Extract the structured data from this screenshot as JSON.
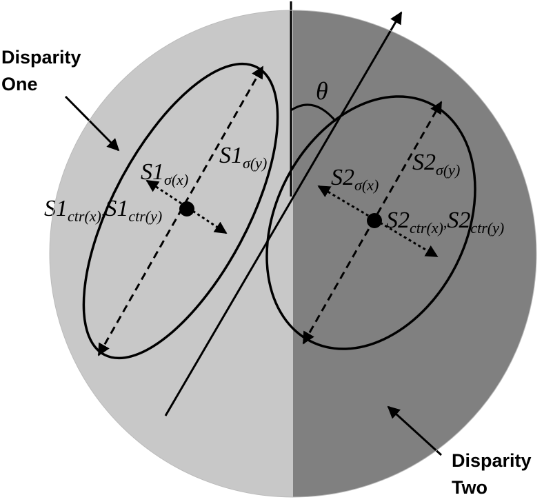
{
  "colors": {
    "left_region": "#c8c8c8",
    "right_region": "#808080",
    "stroke": "#000000"
  },
  "labels": {
    "disparity_one": [
      "Disparity",
      "One"
    ],
    "disparity_two": [
      "Disparity",
      "Two"
    ],
    "theta": "θ"
  },
  "disparities": [
    {
      "prefix": "S1",
      "sigma_x_sub": "σ(x)",
      "sigma_y_sub": "σ(y)",
      "ctr_x_sub": "ctr(x)",
      "ctr_y_sub": "ctr(y)",
      "separator": ","
    },
    {
      "prefix": "S2",
      "sigma_x_sub": "σ(x)",
      "sigma_y_sub": "σ(y)",
      "ctr_x_sub": "ctr(x)",
      "ctr_y_sub": "ctr(y)",
      "separator": ","
    }
  ]
}
